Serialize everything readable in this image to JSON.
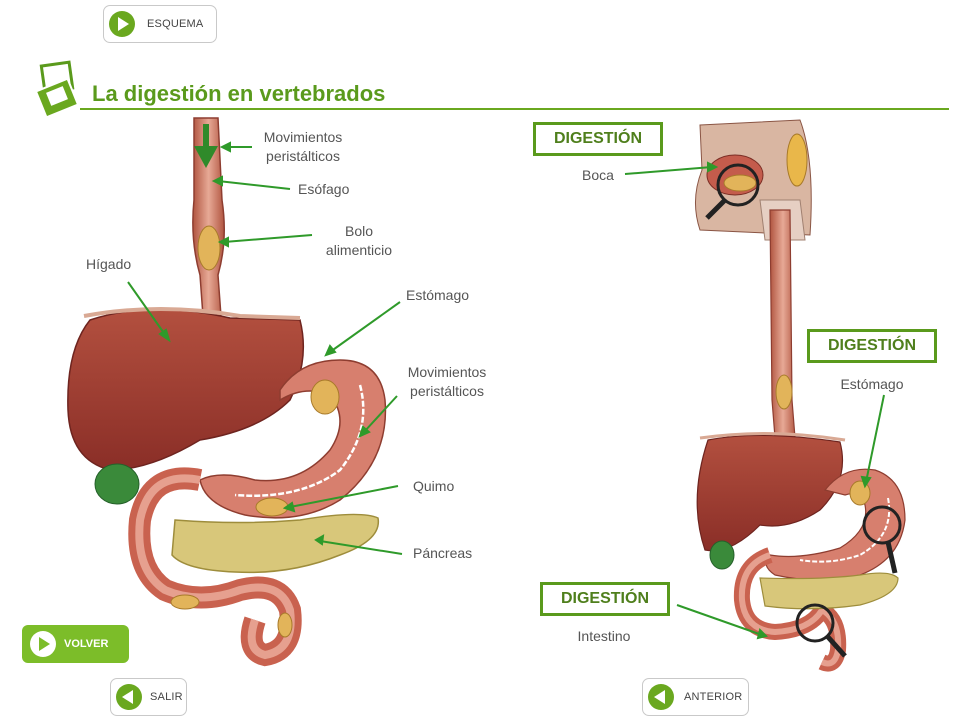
{
  "nav": {
    "esquema_label": "ESQUEMA",
    "salir_label": "SALIR",
    "anterior_label": "ANTERIOR",
    "volver_label": "VOLVER"
  },
  "title": "La digestión en vertebrados",
  "left_diagram": {
    "labels": {
      "mov_peristalticos_top": "Movimientos\nperistálticos",
      "esofago": "Esófago",
      "bolo": "Bolo\nalimenticio",
      "higado": "Hígado",
      "estomago": "Estómago",
      "mov_peristalticos_mid": "Movimientos\nperistálticos",
      "quimo": "Quimo",
      "pancreas": "Páncreas"
    }
  },
  "right_diagram": {
    "digestion_boxes": [
      {
        "label": "DIGESTIÓN",
        "caption": "Boca"
      },
      {
        "label": "DIGESTIÓN",
        "caption": "Estómago"
      },
      {
        "label": "DIGESTIÓN",
        "caption": "Intestino"
      }
    ]
  },
  "colors": {
    "accent_green": "#5a9a1c",
    "button_green": "#7cbd29",
    "organ_red": "#a84a3b",
    "liver": "#9b3d33",
    "pancreas": "#d8c77a"
  },
  "icons": [
    "play-icon",
    "back-icon",
    "book-icon",
    "magnifier-icon"
  ]
}
